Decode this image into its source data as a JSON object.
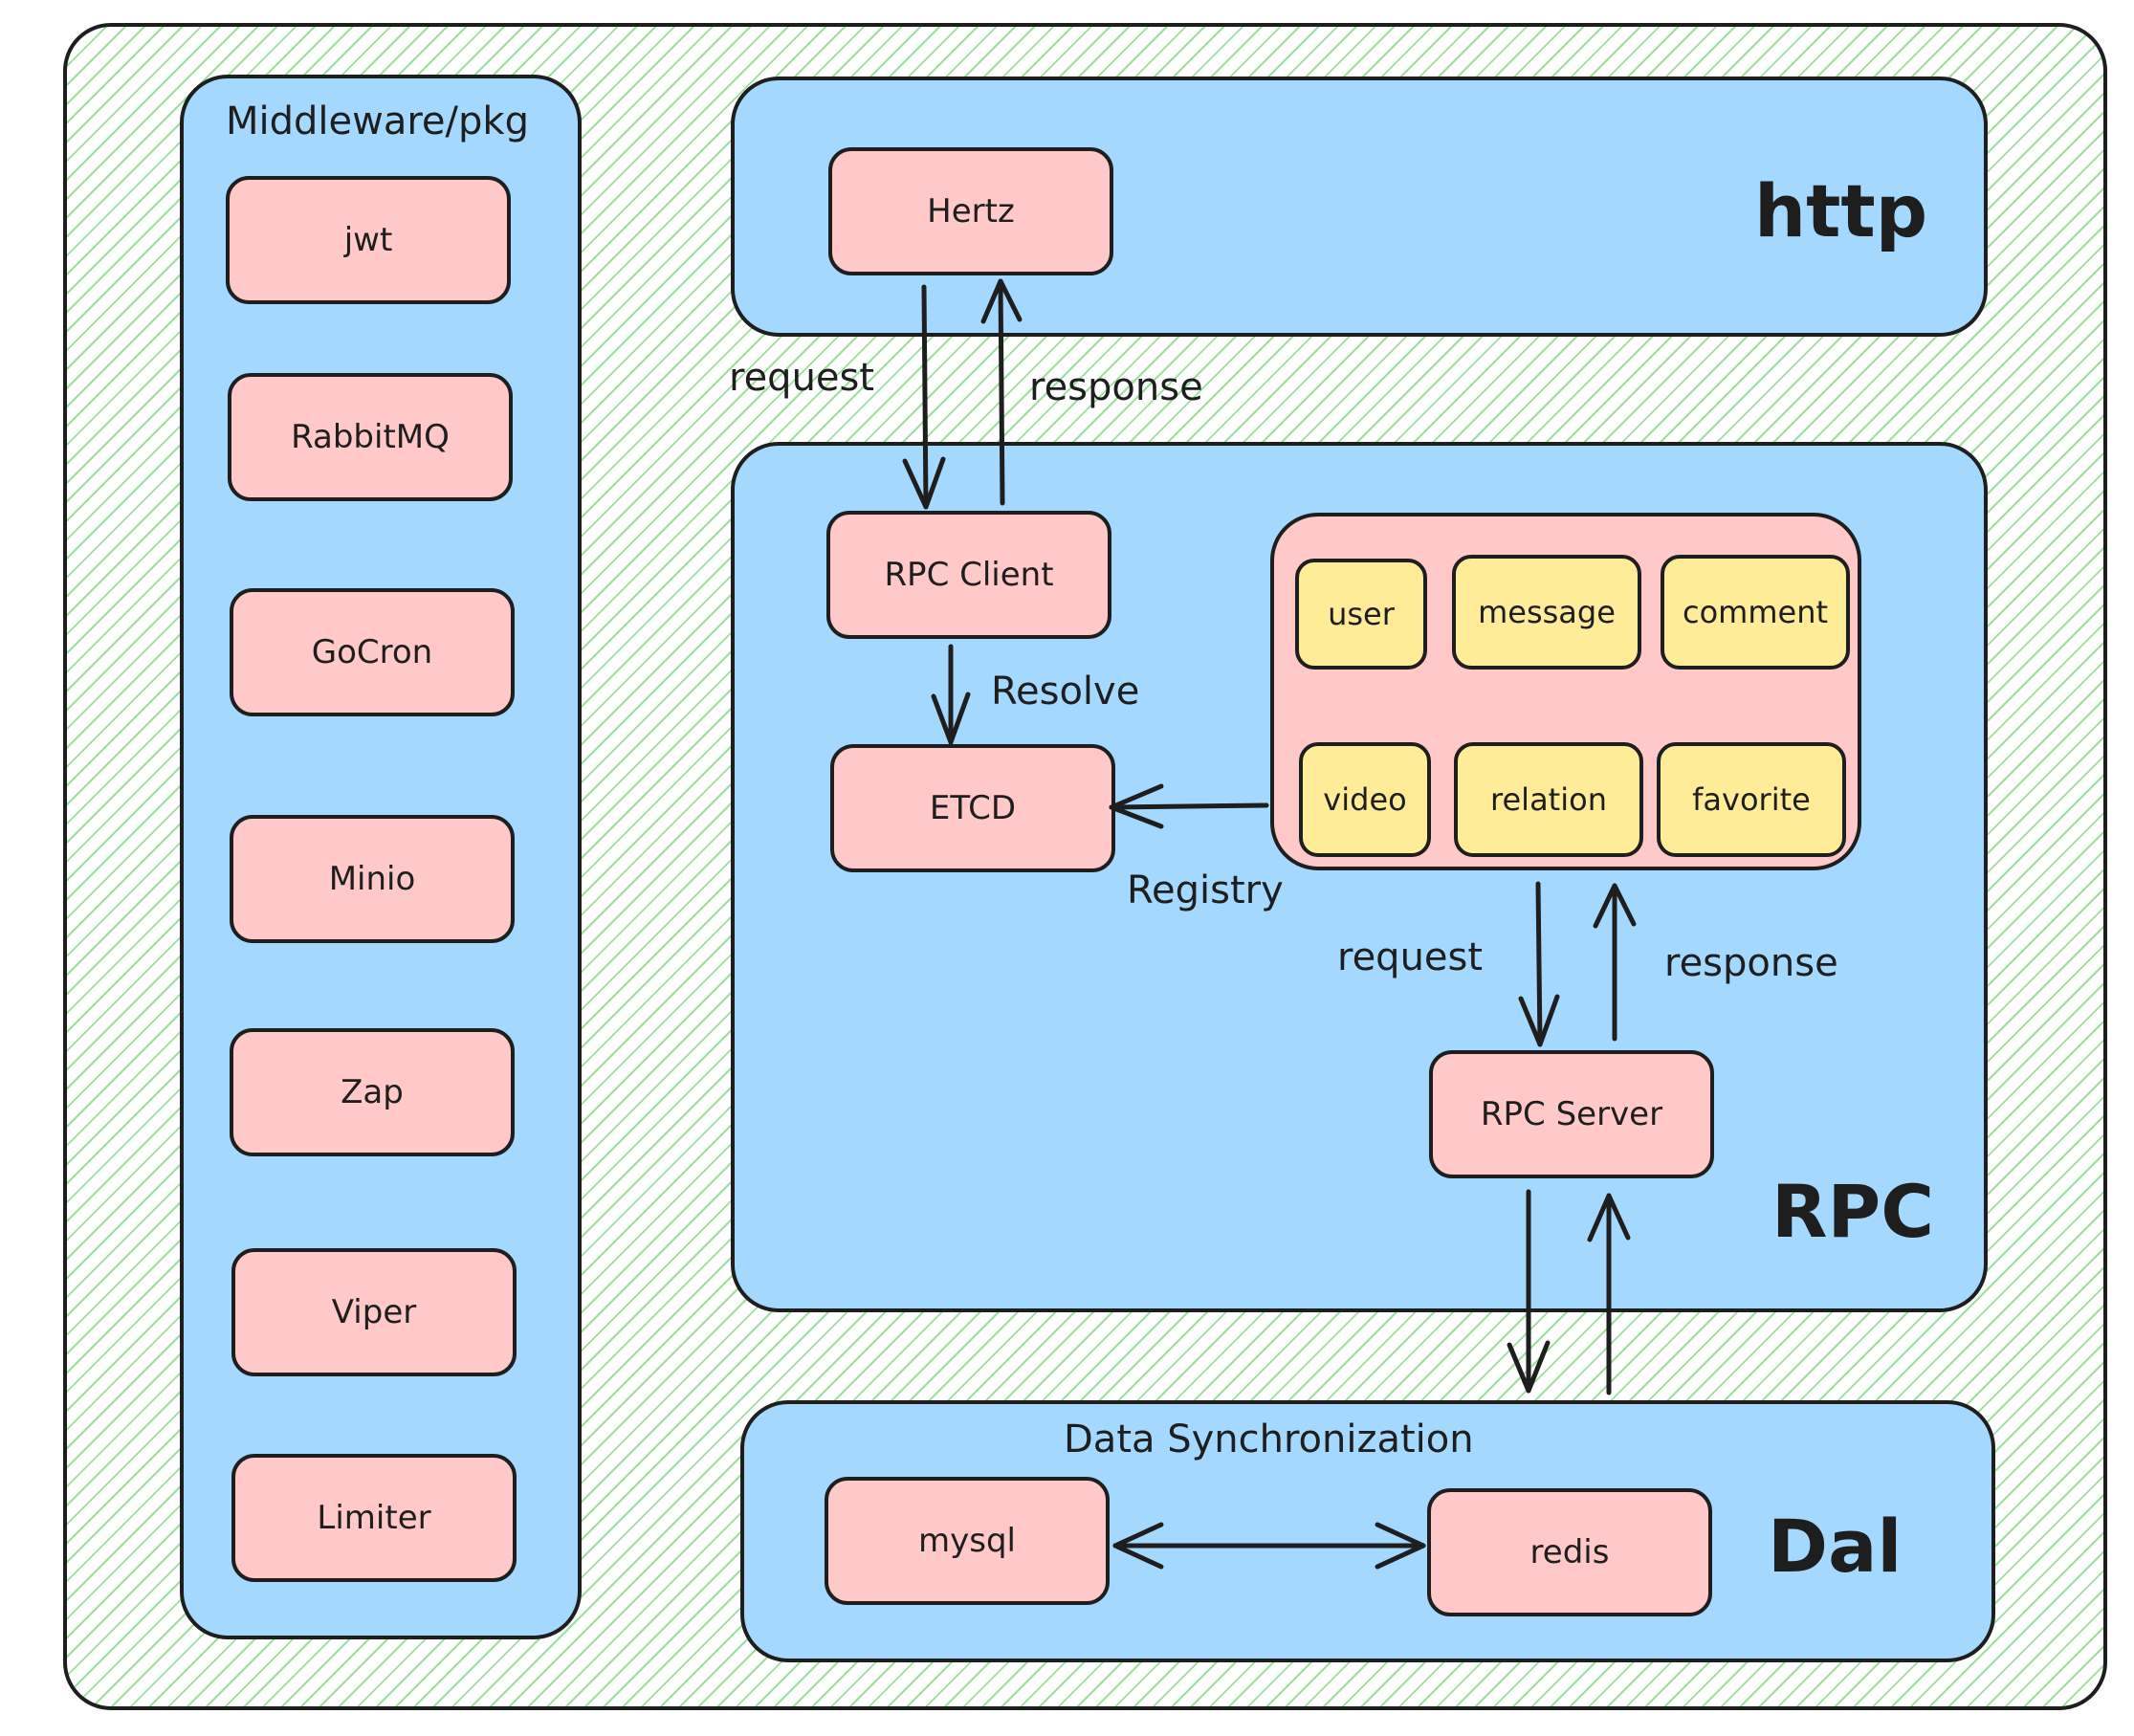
{
  "middleware": {
    "title": "Middleware/pkg",
    "items": [
      "jwt",
      "RabbitMQ",
      "GoCron",
      "Minio",
      "Zap",
      "Viper",
      "Limiter"
    ]
  },
  "http": {
    "title": "http",
    "hertz": "Hertz"
  },
  "http_rpc": {
    "request": "request",
    "response": "response"
  },
  "rpc": {
    "title": "RPC",
    "client": "RPC Client",
    "etcd": "ETCD",
    "resolve": "Resolve",
    "registry": "Registry",
    "services": [
      "user",
      "message",
      "comment",
      "video",
      "relation",
      "favorite"
    ],
    "request": "request",
    "response": "response",
    "server": "RPC Server"
  },
  "dal": {
    "title": "Dal",
    "sync": "Data Synchronization",
    "mysql": "mysql",
    "redis": "redis"
  }
}
